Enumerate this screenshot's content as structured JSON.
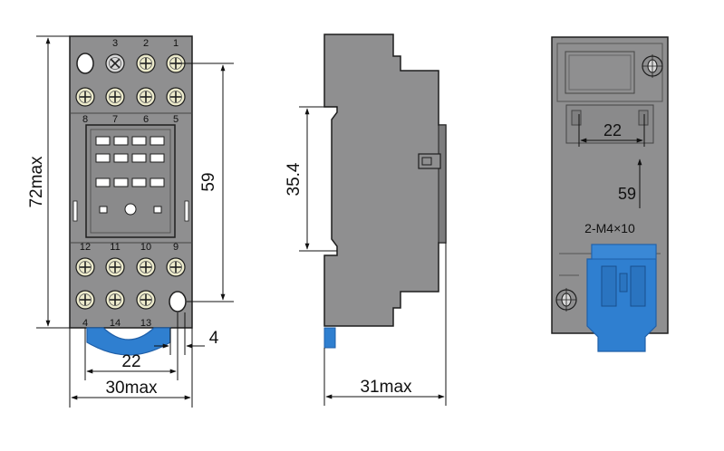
{
  "colors": {
    "body": "#8f8f90",
    "body_dark": "#6d6d6e",
    "outline": "#1e1e1e",
    "terminal": "#eceacb",
    "clip": "#2f7fd0",
    "clip_dark": "#1f5fa8",
    "dim": "#111111"
  },
  "front_view": {
    "top_terminals": [
      "3",
      "2",
      "1"
    ],
    "upper_terminals": [
      "8",
      "7",
      "6",
      "5"
    ],
    "lower_terminals": [
      "12",
      "11",
      "10",
      "9"
    ],
    "bottom_terminals": [
      "4",
      "14",
      "13"
    ],
    "dim_height": "72max",
    "dim_pitch": "59",
    "dim_clip": "4",
    "dim_holes": "22",
    "dim_width": "30max"
  },
  "side_view": {
    "dim_rail": "35.4",
    "dim_depth": "31max"
  },
  "back_view": {
    "dim_holes": "22",
    "dim_pitch": "59",
    "screw_note": "2-M4×10"
  }
}
